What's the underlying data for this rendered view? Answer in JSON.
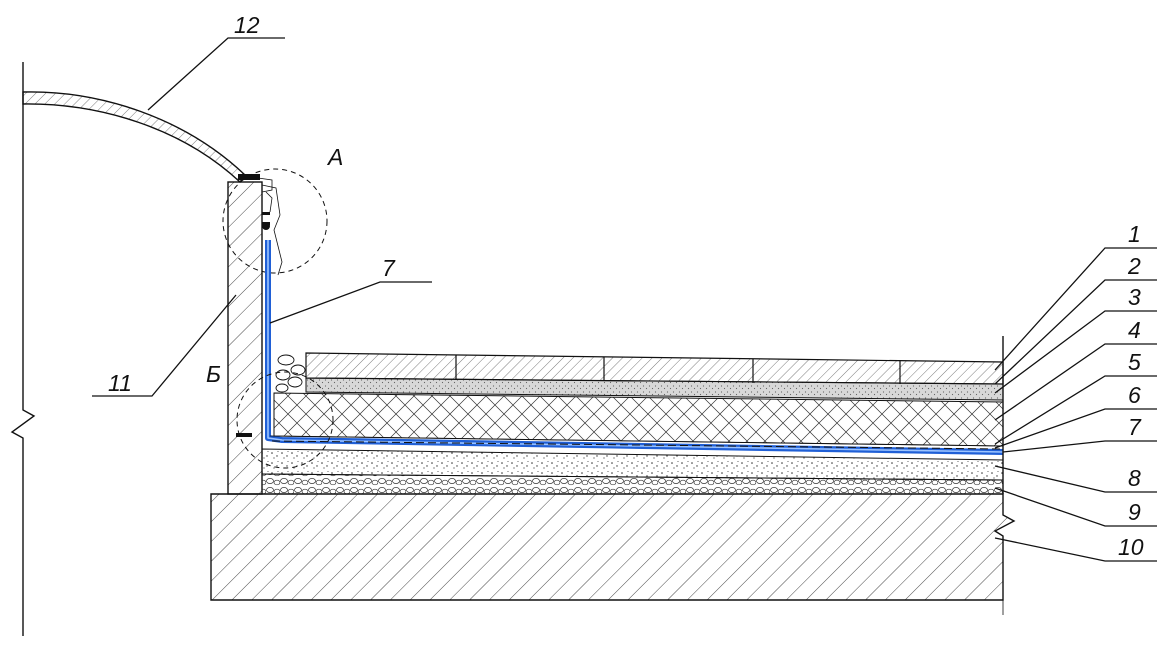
{
  "diagram": {
    "callouts": [
      {
        "id": "1",
        "text": "1"
      },
      {
        "id": "2",
        "text": "2"
      },
      {
        "id": "3",
        "text": "3"
      },
      {
        "id": "4",
        "text": "4"
      },
      {
        "id": "5",
        "text": "5"
      },
      {
        "id": "6",
        "text": "6"
      },
      {
        "id": "7",
        "text": "7"
      },
      {
        "id": "8",
        "text": "8"
      },
      {
        "id": "9",
        "text": "9"
      },
      {
        "id": "10",
        "text": "10"
      },
      {
        "id": "11",
        "text": "11"
      },
      {
        "id": "12",
        "text": "12"
      },
      {
        "id": "7b",
        "text": "7"
      }
    ],
    "details": [
      {
        "id": "A",
        "text": "А"
      },
      {
        "id": "B",
        "text": "Б"
      }
    ],
    "colors": {
      "membrane": "#1f5fd6",
      "membrane_highlight": "#9cc4ff",
      "line": "#111111"
    }
  }
}
